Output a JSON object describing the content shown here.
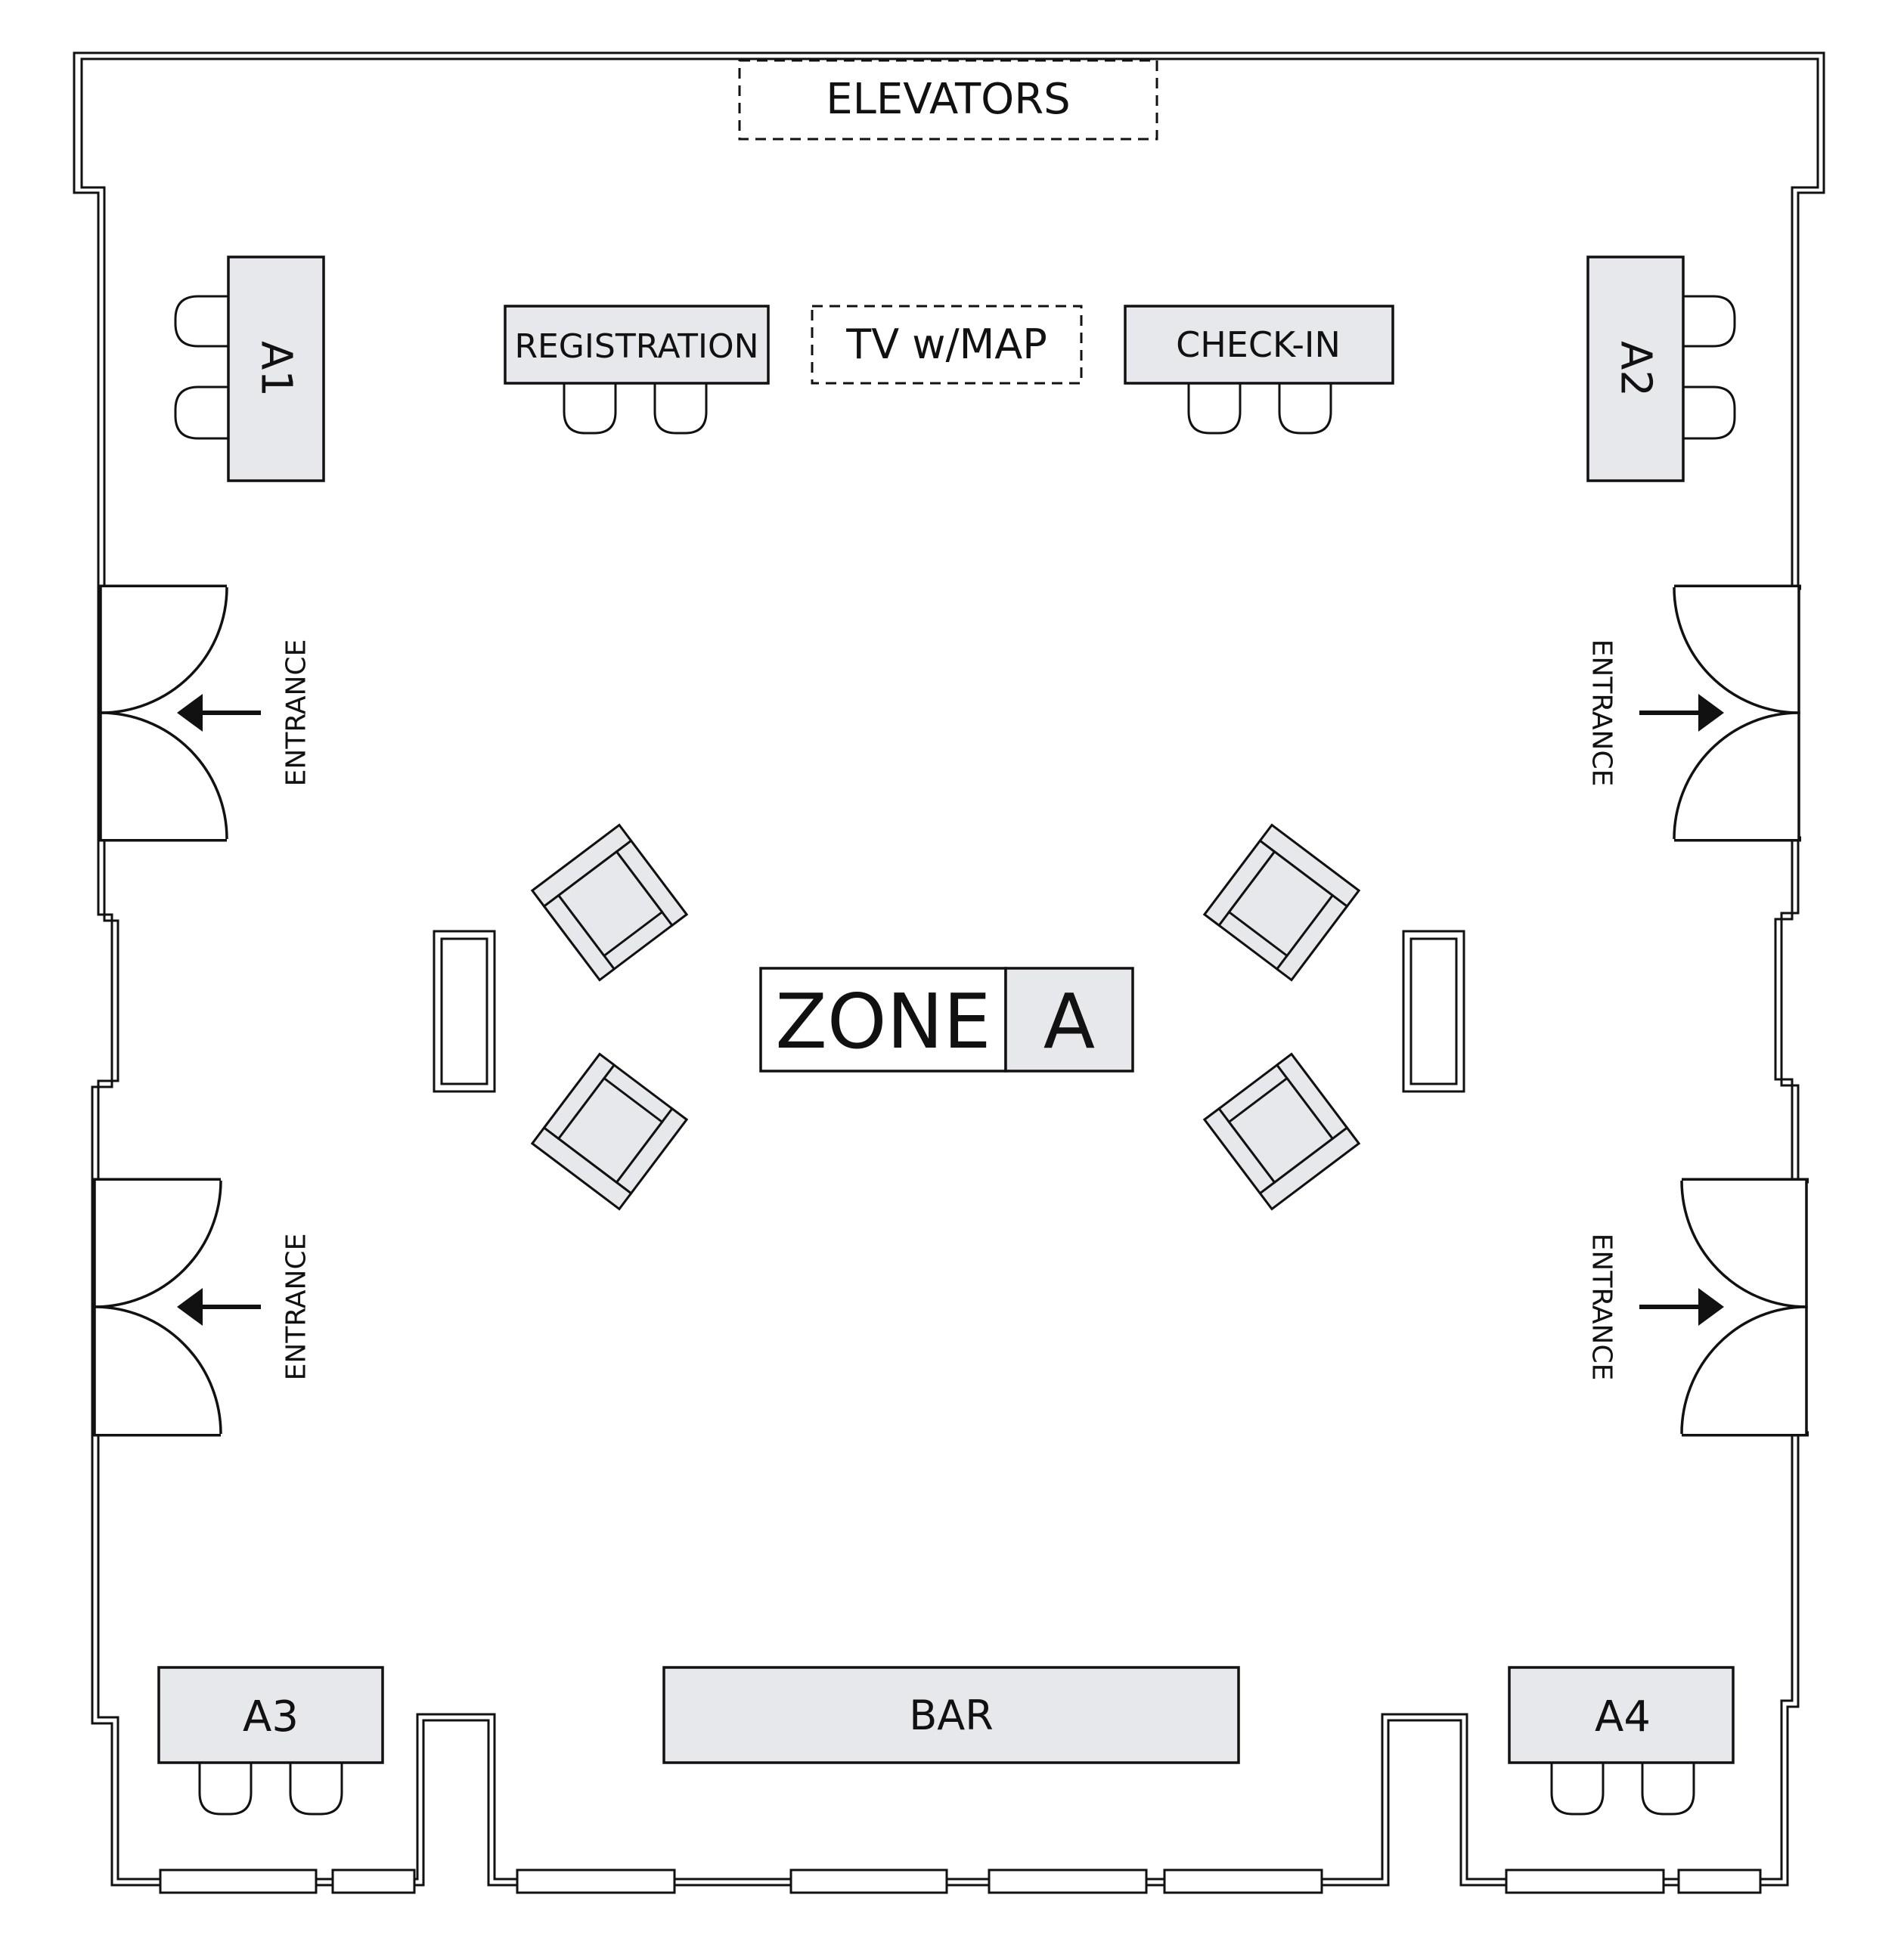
{
  "plan": {
    "elevators": "ELEVATORS",
    "registration": "REGISTRATION",
    "tv_map": "TV w/MAP",
    "check_in": "CHECK-IN",
    "zone": {
      "word": "ZONE",
      "letter": "A"
    },
    "bar": "BAR",
    "stations": {
      "a1": "A1",
      "a2": "A2",
      "a3": "A3",
      "a4": "A4"
    },
    "entrance": "ENTRANCE"
  },
  "colors": {
    "fill": "#e6e8ec",
    "line": "#111111",
    "background": "#ffffff"
  }
}
